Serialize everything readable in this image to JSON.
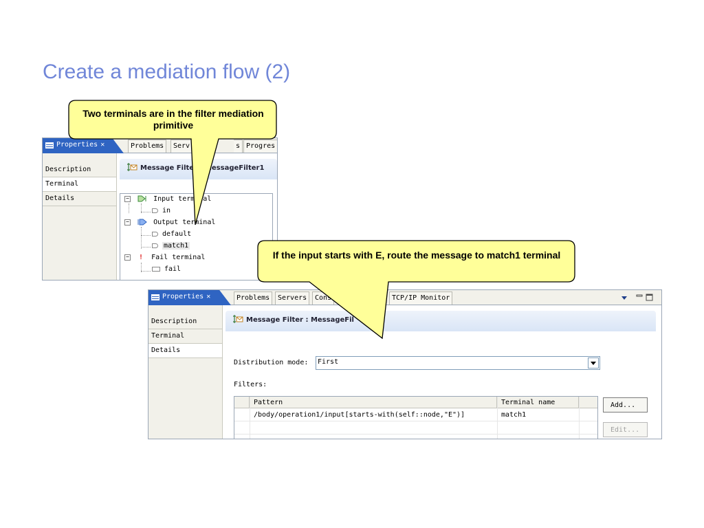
{
  "slide": {
    "title": "Create a mediation flow (2)"
  },
  "callouts": {
    "top": "Two terminals are in the filter mediation primitive",
    "bottom": "If the input starts with E, route the message to match1 terminal"
  },
  "view1": {
    "active_tab": "Properties",
    "close_glyph": "✕",
    "tabs": [
      "Problems",
      "Serv",
      "s",
      "Progres"
    ],
    "side_tabs": [
      "Description",
      "Terminal",
      "Details"
    ],
    "header": "Message Filter : MessageFilter1",
    "tree": {
      "input_terminal": "Input terminal",
      "in": "in",
      "output_terminal": "Output terminal",
      "default": "default",
      "match1": "match1",
      "fail_terminal": "Fail terminal",
      "fail": "fail"
    }
  },
  "view2": {
    "active_tab": "Properties",
    "close_glyph": "✕",
    "tabs": [
      "Problems",
      "Servers",
      "Cons",
      "TCP/IP Monitor"
    ],
    "side_tabs": [
      "Description",
      "Terminal",
      "Details"
    ],
    "header": "Message Filter : MessageFil",
    "distribution_label": "Distribution mode:",
    "distribution_value": "First",
    "filters_label": "Filters:",
    "table": {
      "col_pattern": "Pattern",
      "col_terminal": "Terminal name",
      "rows": [
        {
          "pattern": "/body/operation1/input[starts-with(self::node,\"E\")]",
          "terminal": "match1"
        }
      ]
    },
    "add_button": "Add...",
    "edit_button": "Edit..."
  }
}
